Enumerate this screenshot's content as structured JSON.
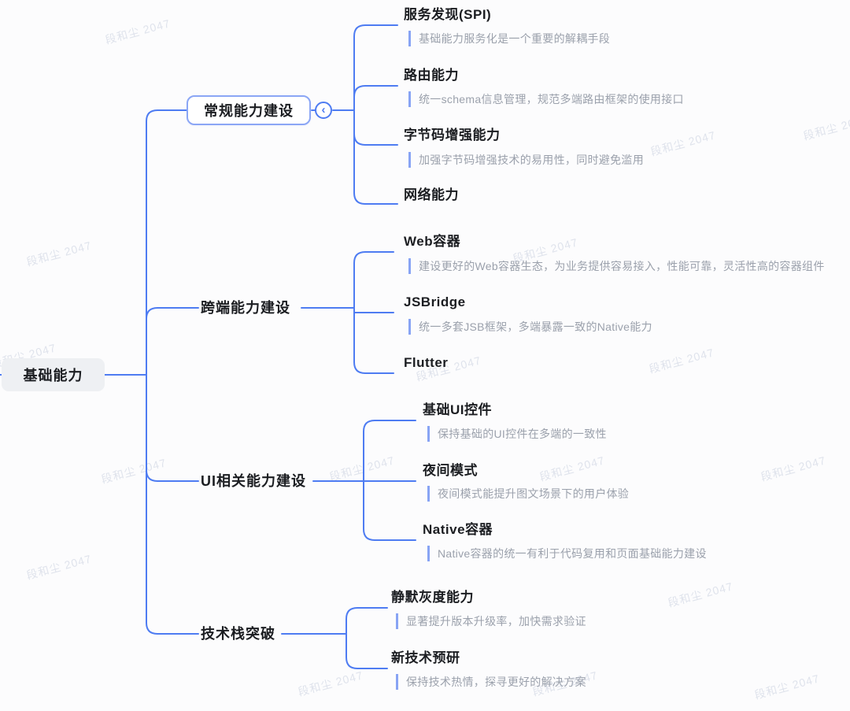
{
  "root": {
    "label": "基础能力"
  },
  "branches": [
    {
      "label": "常规能力建设",
      "collapse_glyph": "‹",
      "children": [
        {
          "title": "服务发现(SPI)",
          "note": "基础能力服务化是一个重要的解耦手段"
        },
        {
          "title": "路由能力",
          "note": "统一schema信息管理，规范多端路由框架的使用接口"
        },
        {
          "title": "字节码增强能力",
          "note": "加强字节码增强技术的易用性，同时避免滥用"
        },
        {
          "title": "网络能力",
          "note": ""
        }
      ]
    },
    {
      "label": "跨端能力建设",
      "children": [
        {
          "title": "Web容器",
          "note": "建设更好的Web容器生态，为业务提供容易接入，性能可靠，灵活性高的容器组件"
        },
        {
          "title": "JSBridge",
          "note": "统一多套JSB框架，多端暴露一致的Native能力"
        },
        {
          "title": "Flutter",
          "note": ""
        }
      ]
    },
    {
      "label": "UI相关能力建设",
      "children": [
        {
          "title": "基础UI控件",
          "note": "保持基础的UI控件在多端的一致性"
        },
        {
          "title": "夜间模式",
          "note": "夜间模式能提升图文场景下的用户体验"
        },
        {
          "title": "Native容器",
          "note": "Native容器的统一有利于代码复用和页面基础能力建设"
        }
      ]
    },
    {
      "label": "技术栈突破",
      "children": [
        {
          "title": "静默灰度能力",
          "note": "显著提升版本升级率，加快需求验证"
        },
        {
          "title": "新技术预研",
          "note": "保持技术热情，探寻更好的解决方案"
        }
      ]
    }
  ],
  "watermark": {
    "text": "段和尘 2047"
  },
  "colors": {
    "line": "#4e7cf2",
    "node_border": "#8ba6f5",
    "note_bar": "#88a4f4",
    "note_text": "#9ba1ac",
    "title_text": "#1b1d21",
    "root_bg": "#eef0f3",
    "background": "#fcfcfd",
    "watermark": "#dfe3ec"
  }
}
